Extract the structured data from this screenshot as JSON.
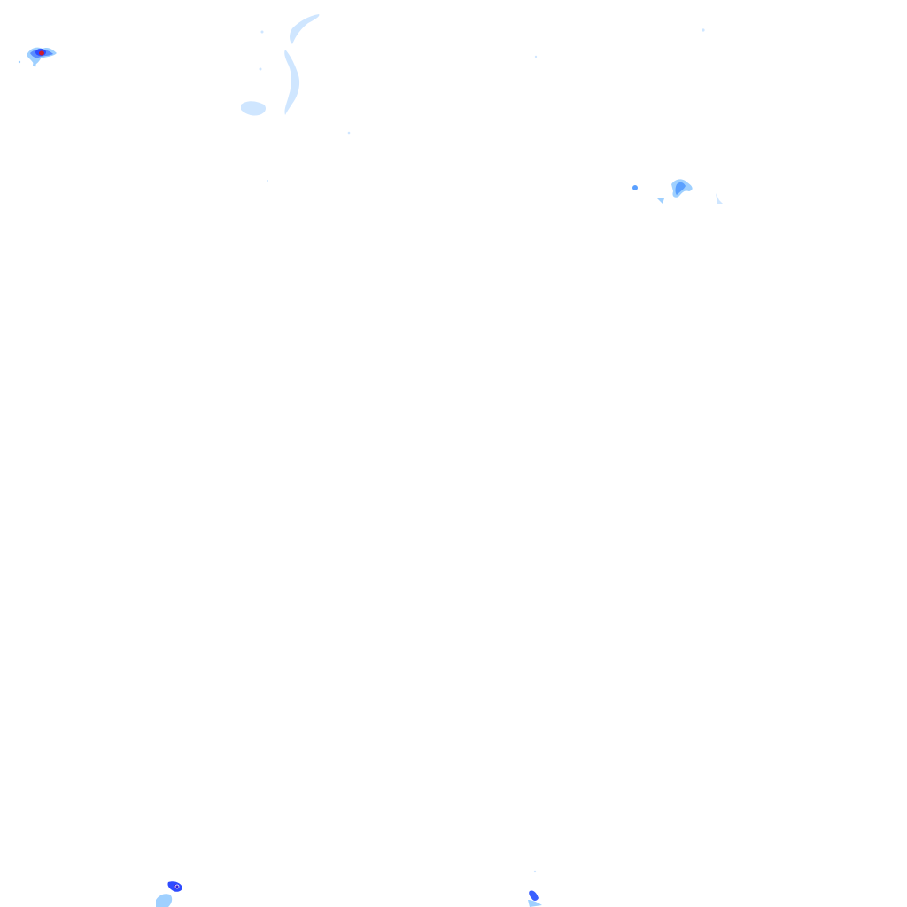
{
  "map": {
    "type": "precipitation-radar-overlay",
    "background_color": "#ffffff",
    "palette": {
      "very_light": "#cfe6ff",
      "light": "#9fd0ff",
      "moderate": "#5aa0ff",
      "heavy": "#2e4bff",
      "very_heavy": "#3a1fd6",
      "intense": "#cc1b2b"
    },
    "cells": [
      {
        "name": "northwest-storm-cell",
        "intensity": "intense"
      },
      {
        "name": "north-light-band",
        "intensity": "very_light"
      },
      {
        "name": "northeast-shower",
        "intensity": "moderate"
      },
      {
        "name": "southwest-storm-cell",
        "intensity": "very_heavy"
      },
      {
        "name": "south-shower",
        "intensity": "heavy"
      }
    ]
  }
}
